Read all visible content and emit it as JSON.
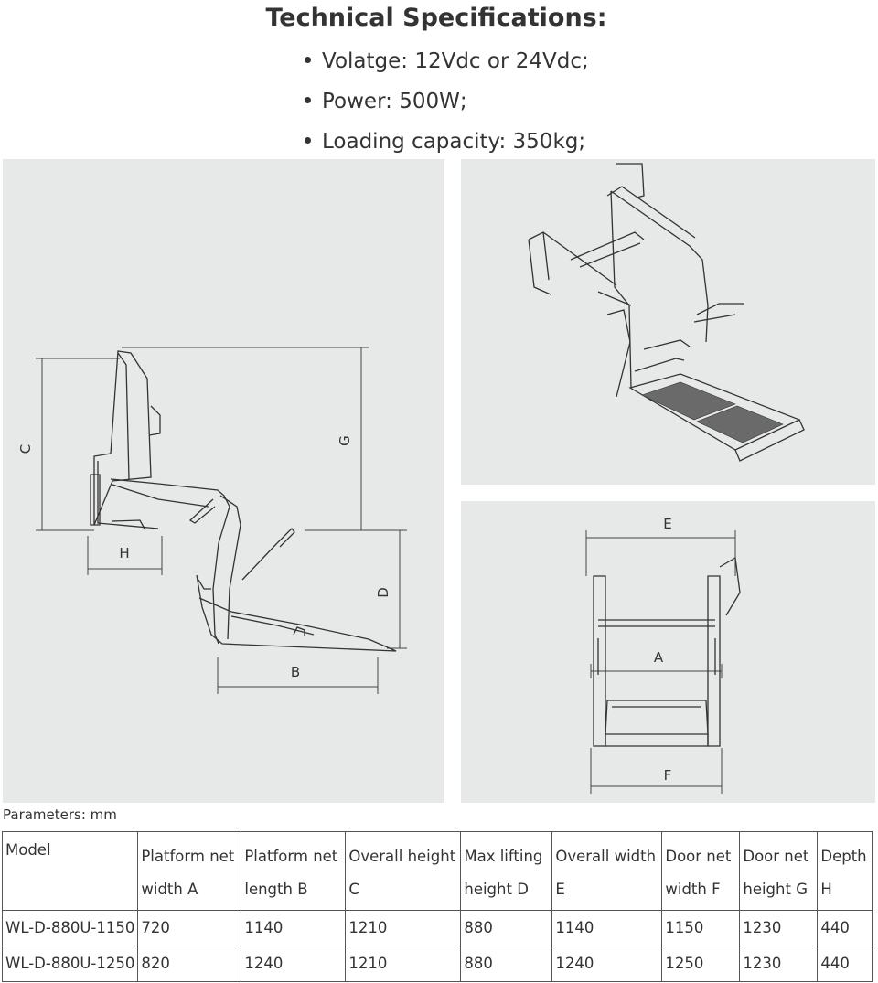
{
  "title": "Technical Specifications:",
  "specs": [
    "Volatge: 12Vdc or 24Vdc;",
    "Power: 500W;",
    "Loading capacity: 350kg;"
  ],
  "diagram": {
    "side_labels": [
      "C",
      "G",
      "H",
      "D",
      "B"
    ],
    "front_labels": [
      "E",
      "A",
      "F"
    ]
  },
  "params_caption": "Parameters: mm",
  "table": {
    "header_model": "Model",
    "headers": [
      [
        "Platform net",
        "width A"
      ],
      [
        "Platform net",
        "length B"
      ],
      [
        "Overall height",
        "C"
      ],
      [
        "Max lifting",
        "height D"
      ],
      [
        "Overall width",
        "E"
      ],
      [
        "Door net",
        "width F"
      ],
      [
        "Door net",
        "height G"
      ],
      [
        "Depth",
        "H"
      ]
    ],
    "rows": [
      [
        "WL-D-880U-1150",
        "720",
        "1140",
        "1210",
        "880",
        "1140",
        "1150",
        "1230",
        "440"
      ],
      [
        "WL-D-880U-1250",
        "820",
        "1240",
        "1210",
        "880",
        "1240",
        "1250",
        "1230",
        "440"
      ]
    ]
  }
}
